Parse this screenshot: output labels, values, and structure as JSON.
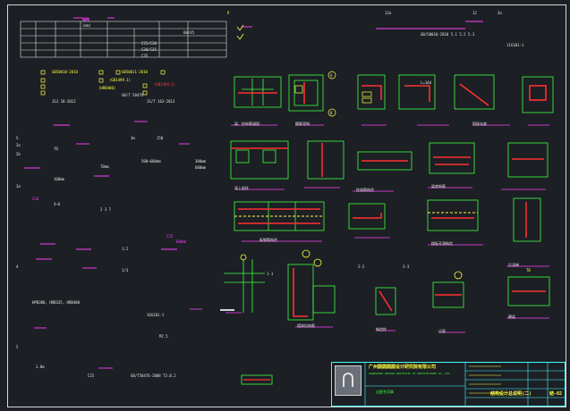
{
  "drawing": {
    "title_block": {
      "company_cn": "广州圆圆圆圆设计研究院有限公司",
      "company_en": "GUANGZHOU DESIGN INSTITUTE OF ARCHITECTURE CO.,LTD.",
      "sheet_title": "结构设计总说明(二)",
      "sheet_no": "结-02",
      "stamp": "出图专用章"
    },
    "top_right_note": "12a",
    "top_right_num": "12",
    "top_right_code": "3a",
    "std_code_1": "GB/50010-2010  5.1  5.2  5.3",
    "std_code_2": "11G101-1",
    "left_table": {
      "header_1": "结构",
      "header_2": "(mm)",
      "col_right": "60/45",
      "side_a": "C25/C30",
      "side_b": "C30/C35",
      "side_c": "C35"
    },
    "left_notes": [
      "GB50010-2010",
      "GB50011-2010",
      "(GB1499.1)",
      "(GB1499.2)",
      "(HRB400)",
      "GB/T 50476",
      "JGJ 18-2012",
      "JG/T 163-2013",
      "S",
      "2a",
      "2b",
      "70",
      "150",
      "70mm",
      "500~600mm",
      "300mm",
      "600mm",
      "100mm",
      "4~6",
      "2 3 7",
      "C25",
      "300mm",
      "1:2",
      "C20",
      "1/3",
      "HPB300, HRB335, HRB400",
      "16G101-1",
      "M7.5",
      "2.0m",
      "C25",
      "GB/T50476-2008  T3.0.2",
      "3m",
      "3a",
      "4",
      "5"
    ],
    "detail_labels": [
      "梁、柱纵筋锚固",
      "箍筋弯钩",
      "L=10d",
      "搭接长度",
      "梁上起柱",
      "柱插筋构造",
      "梁底纵筋",
      "板钢筋构造",
      "楼板开洞构造",
      "后浇带",
      "墙体拉结筋",
      "构造柱",
      "过梁",
      "圈梁",
      "TB",
      "1-1",
      "2-2",
      "3-3",
      "A",
      "B"
    ]
  }
}
